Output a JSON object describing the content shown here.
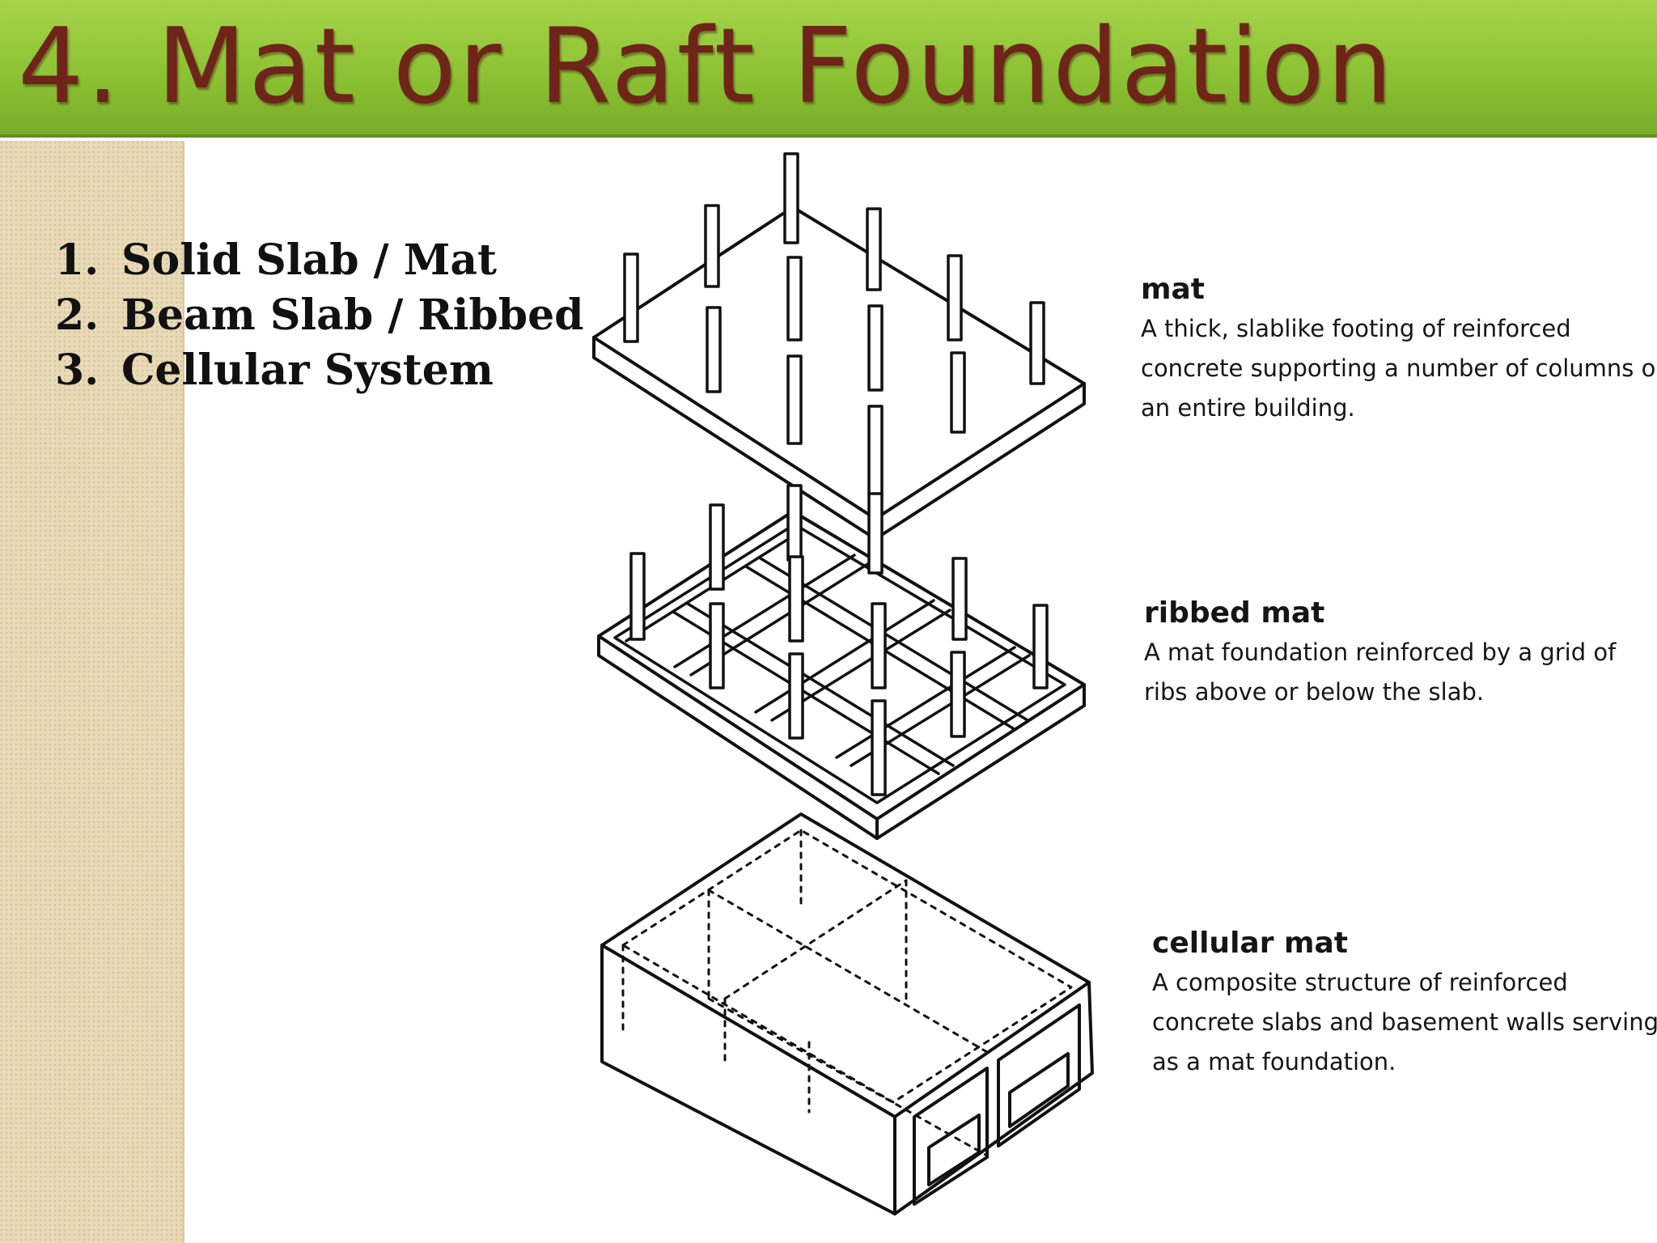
{
  "title": "4. Mat or Raft Foundation",
  "list": [
    {
      "num": "1.",
      "text": "Solid Slab / Mat"
    },
    {
      "num": "2.",
      "text": "Beam Slab / Ribbed"
    },
    {
      "num": "3.",
      "text": "Cellular System"
    }
  ],
  "labels": [
    {
      "head": "mat",
      "lines": [
        "A thick, slablike footing of reinforced",
        "concrete supporting a number of columns or",
        "an entire building."
      ]
    },
    {
      "head": "ribbed mat",
      "lines": [
        "A mat foundation reinforced by a grid of",
        "ribs above or below the slab."
      ]
    },
    {
      "head": "cellular mat",
      "lines": [
        "A composite structure of reinforced",
        "concrete slabs and basement walls serving",
        "as a mat foundation."
      ]
    }
  ],
  "colors": {
    "title_bar": "#8dc234",
    "title_text": "#6e2418",
    "side_strip": "#e8dab6"
  }
}
